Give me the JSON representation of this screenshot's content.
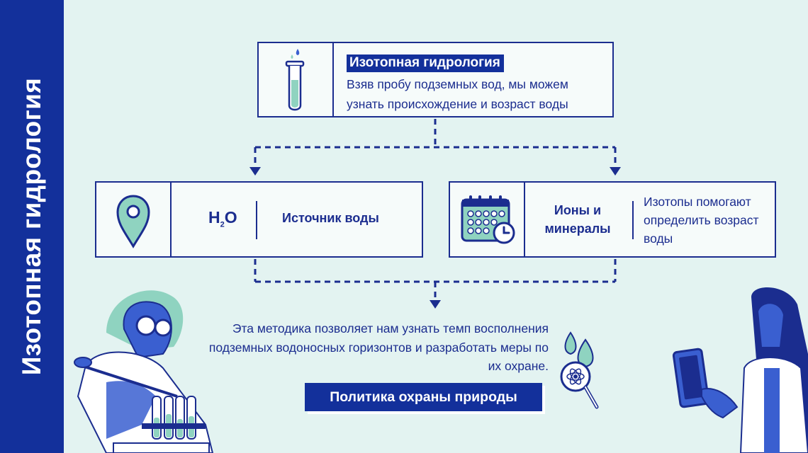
{
  "sidebar": {
    "title": "Изотопная гидрология"
  },
  "top_box": {
    "title": "Изотопная гидрология",
    "description": "Взяв пробу подземных вод, мы можем узнать происхождение и возраст воды",
    "icon": "test-tube-icon"
  },
  "left_box": {
    "icon": "location-pin-icon",
    "h2o_main": "H",
    "h2o_sub": "2",
    "h2o_end": "O",
    "label": "Источник воды"
  },
  "right_box": {
    "icon": "calendar-icon",
    "label": "Ионы и минералы",
    "description": "Изотопы помогают определить возраст воды"
  },
  "bottom": {
    "text": "Эта методика позволяет нам узнать темп восполнения подземных водоносных горизонтов и разработать меры по их охране.",
    "button_label": "Политика охраны природы"
  },
  "colors": {
    "navy": "#13309b",
    "outline": "#1b2d8f",
    "background": "#e3f3f1",
    "mint": "#8fd3c0",
    "blue": "#3a5fd0"
  }
}
